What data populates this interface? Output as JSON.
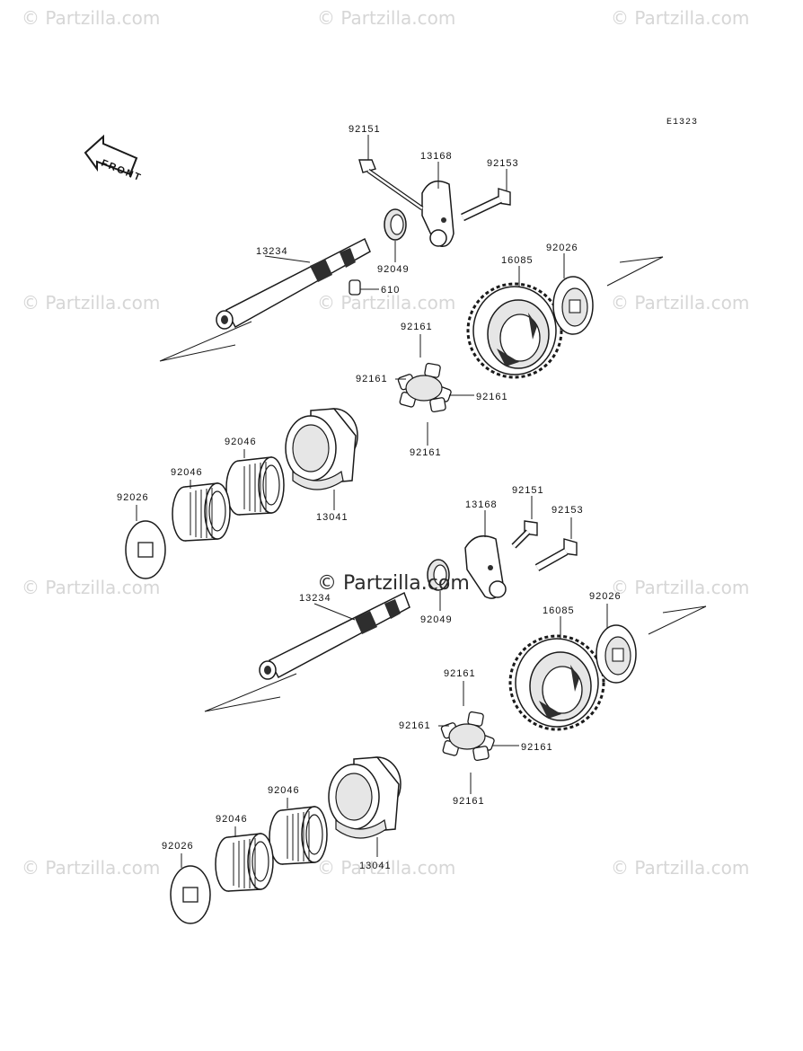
{
  "watermark": "© Partzilla.com",
  "center_watermark": "© Partzilla.com",
  "diagram_id": "E1323",
  "front_label": "FRONT",
  "labels": {
    "a_92151": "92151",
    "a_13168": "13168",
    "a_92153": "92153",
    "a_13234": "13234",
    "a_92049": "92049",
    "a_610": "610",
    "a_16085": "16085",
    "a_92026_r": "92026",
    "a_92161_top": "92161",
    "a_92161_left": "92161",
    "a_92161_right": "92161",
    "a_92161_bot": "92161",
    "a_92046_b": "92046",
    "a_92046_a": "92046",
    "a_92026_l": "92026",
    "a_13041": "13041",
    "b_13168": "13168",
    "b_92151": "92151",
    "b_92153": "92153",
    "b_13234": "13234",
    "b_92049": "92049",
    "b_16085": "16085",
    "b_92026_r": "92026",
    "b_92161_top": "92161",
    "b_92161_left": "92161",
    "b_92161_right": "92161",
    "b_92161_bot": "92161",
    "b_92046_b": "92046",
    "b_92046_a": "92046",
    "b_92026_l": "92026",
    "b_13041": "13041"
  },
  "icons": {
    "front_arrow": "front-arrow-icon",
    "shaft": "shaft-icon",
    "gear": "gear-icon",
    "damper": "rubber-damper-icon",
    "bearing": "needle-bearing-icon",
    "washer": "washer-icon",
    "bolt": "bolt-icon",
    "oil_seal": "oil-seal-icon",
    "pin": "dowel-pin-icon",
    "weight": "balancer-weight-icon",
    "lever": "lever-icon"
  },
  "colors": {
    "line": "#1a1a1a",
    "watermark": "#d6d6d6",
    "fill": "#ffffff",
    "shade": "#e6e6e6",
    "dark": "#2e2e2e"
  }
}
